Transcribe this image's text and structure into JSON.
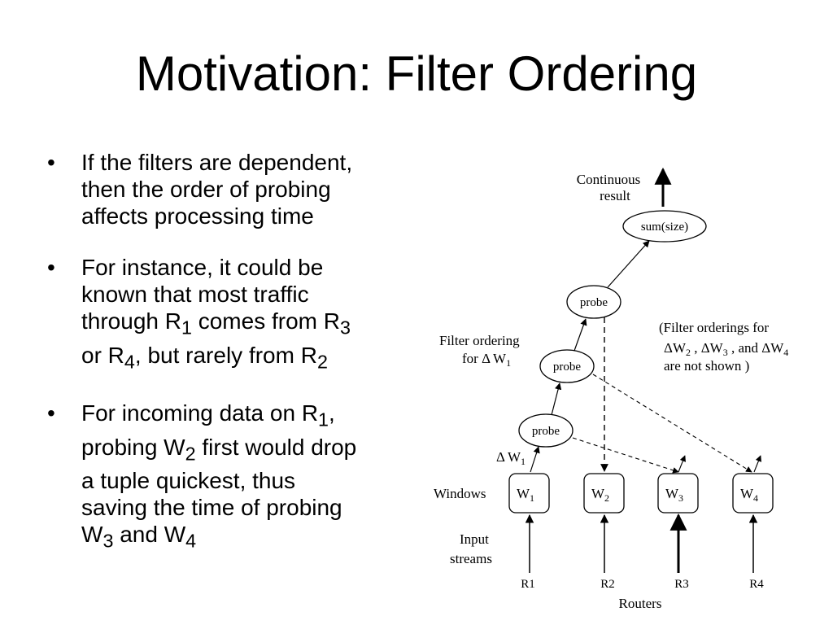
{
  "slide": {
    "title": "Motivation: Filter Ordering"
  },
  "bullet_symbol": "•",
  "bullets": [
    {
      "id": "b1",
      "lines": [
        "If the filters are dependent,",
        "then the order of probing",
        "affects processing time"
      ]
    },
    {
      "id": "b2",
      "lines": [
        "For instance, it could be",
        "known that most traffic"
      ],
      "line3": {
        "a": "through R",
        "sub1": "1",
        "b": " comes from R",
        "sub2": "3"
      },
      "line4": {
        "a": "or R",
        "sub1": "4",
        "b": ", but rarely from R",
        "sub2": "2"
      }
    },
    {
      "id": "b3",
      "line1": {
        "a": "For incoming data on R",
        "sub1": "1",
        "b": ","
      },
      "line2": {
        "a": "probing W",
        "sub1": "2",
        "b": " first would drop"
      },
      "lines_mid": [
        "a tuple quickest, thus",
        "saving the time of probing"
      ],
      "line5": {
        "a": "W",
        "sub1": "3",
        "b": " and W",
        "sub2": "4"
      }
    }
  ],
  "diagram": {
    "continuous_result": [
      "Continuous",
      "result"
    ],
    "sum_node": "sum(size)",
    "probe_label": "probe",
    "filter_ordering": {
      "line1": "Filter ordering",
      "line2_prefix": "for  ",
      "delta": "Δ",
      "w": "W",
      "sub": "1"
    },
    "delta_w1": {
      "delta": "Δ",
      "w": "W",
      "sub": "1"
    },
    "note": {
      "line1": "(Filter orderings for",
      "d": "Δ",
      "w": "W",
      "s2": "2",
      "s3": "3",
      "s4": "4",
      "sep": " , ",
      "and": "  and ",
      "line3": "are not shown )"
    },
    "windows_label": "Windows",
    "windows": [
      {
        "w": "W",
        "sub": "1"
      },
      {
        "w": "W",
        "sub": "2"
      },
      {
        "w": "W",
        "sub": "3"
      },
      {
        "w": "W",
        "sub": "4"
      }
    ],
    "input_streams": [
      "Input",
      "streams"
    ],
    "routers": [
      "R1",
      "R2",
      "R3",
      "R4"
    ],
    "routers_label": "Routers"
  }
}
